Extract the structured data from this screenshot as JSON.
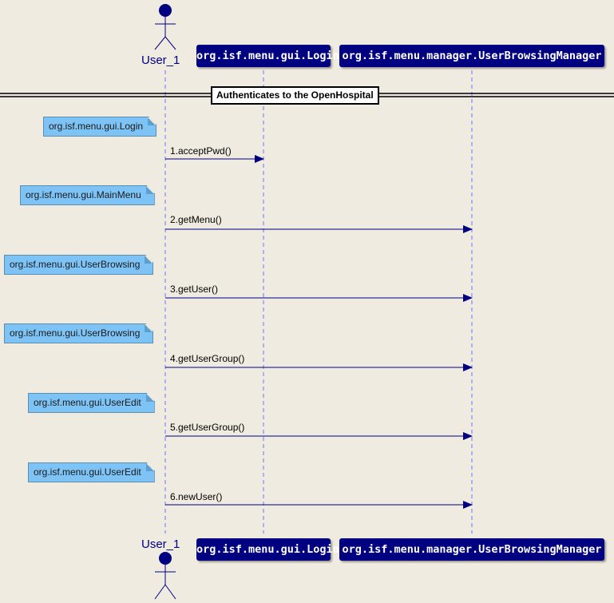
{
  "participants": {
    "user": "User_1",
    "login": "org.isf.menu.gui.Login",
    "manager": "org.isf.menu.manager.UserBrowsingManager"
  },
  "group": {
    "label": "Authenticates to the OpenHospital"
  },
  "steps": [
    {
      "note": "org.isf.menu.gui.Login",
      "message": "1.acceptPwd()",
      "target": "login"
    },
    {
      "note": "org.isf.menu.gui.MainMenu",
      "message": "2.getMenu()",
      "target": "manager"
    },
    {
      "note": "org.isf.menu.gui.UserBrowsing",
      "message": "3.getUser()",
      "target": "manager"
    },
    {
      "note": "org.isf.menu.gui.UserBrowsing",
      "message": "4.getUserGroup()",
      "target": "manager"
    },
    {
      "note": "org.isf.menu.gui.UserEdit",
      "message": "5.getUserGroup()",
      "target": "manager"
    },
    {
      "note": "org.isf.menu.gui.UserEdit",
      "message": "6.newUser()",
      "target": "manager"
    }
  ],
  "colors": {
    "background": "#efebe0",
    "participant": "#000080",
    "note": "#7ec3f5",
    "arrow": "#000080",
    "lifeline": "#7070ff"
  }
}
